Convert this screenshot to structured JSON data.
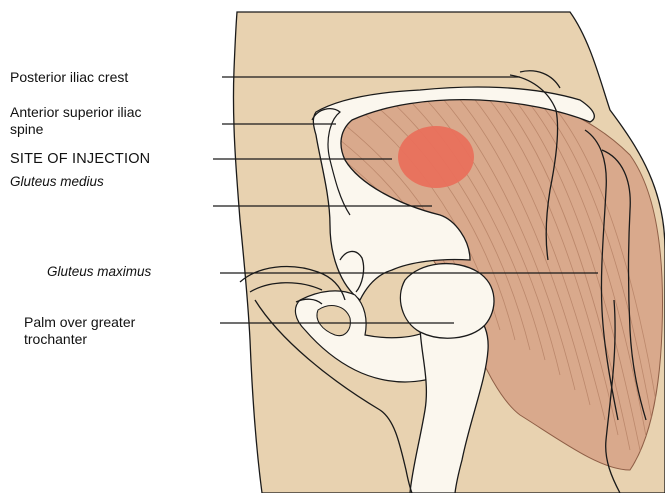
{
  "labels": {
    "posterior_iliac_crest": "Posterior iliac crest",
    "anterior_superior_iliac_spine": [
      "Anterior superior iliac",
      "spine"
    ],
    "site_of_injection": "SITE OF INJECTION",
    "gluteus_medius": "Gluteus medius",
    "gluteus_maximus": "Gluteus maximus",
    "palm_over_greater_trochanter": [
      "Palm over greater",
      "trochanter"
    ]
  },
  "colors": {
    "skin": "#E8D2B0",
    "bone": "#FBF7EE",
    "muscle": "#D9A98C",
    "muscle_fibre": "#B88468",
    "injection_site": "#E9705C",
    "outline": "#1A1A1A",
    "leader_line": "#1A1A1A"
  }
}
